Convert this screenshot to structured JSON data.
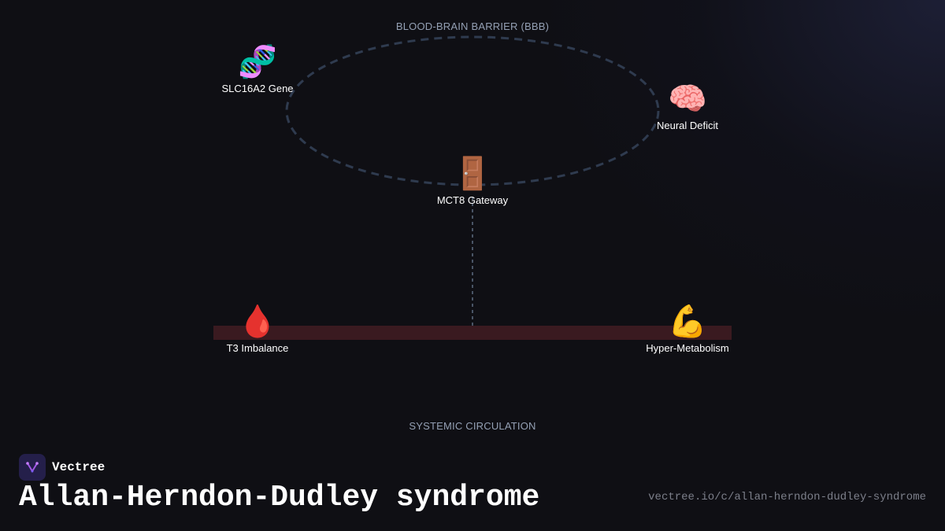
{
  "diagram": {
    "zones": {
      "bbb_label": "BLOOD-BRAIN BARRIER (BBB)",
      "circulation_label": "SYSTEMIC CIRCULATION"
    },
    "nodes": {
      "gene": {
        "icon": "dna-icon",
        "glyph": "🧬",
        "label": "SLC16A2 Gene"
      },
      "neural": {
        "icon": "brain-icon",
        "glyph": "🧠",
        "label": "Neural Deficit"
      },
      "gateway": {
        "icon": "door-icon",
        "glyph": "🚪",
        "label": "MCT8 Gateway"
      },
      "t3": {
        "icon": "blood-drop-icon",
        "glyph": "🩸",
        "label": "T3 Imbalance"
      },
      "metabolism": {
        "icon": "flexed-biceps-icon",
        "glyph": "💪",
        "label": "Hyper-Metabolism"
      }
    },
    "colors": {
      "barrier_stroke": "#2f3b4f",
      "connector": "#5d6b80",
      "circulation_bar": "#3a1a20"
    }
  },
  "footer": {
    "brand_name": "Vectree",
    "title": "Allan-Herndon-Dudley syndrome",
    "url": "vectree.io/c/allan-herndon-dudley-syndrome"
  }
}
